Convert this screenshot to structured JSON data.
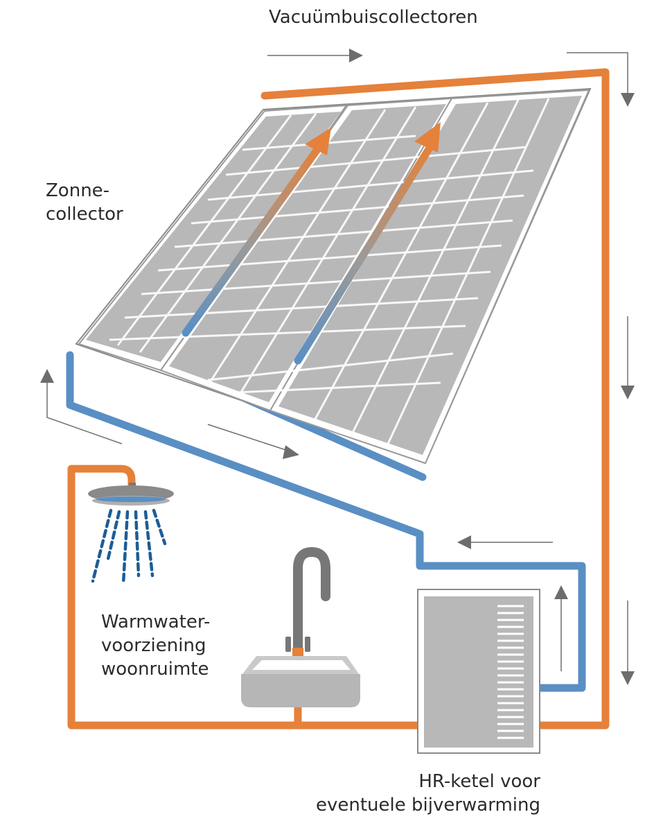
{
  "labels": {
    "top": "Vacuümbuiscollectoren",
    "collector": [
      "Zonne-",
      "collector"
    ],
    "hot_water": [
      "Warmwater-",
      "voorziening",
      "woonruimte"
    ],
    "boiler": [
      "HR-ketel voor",
      "eventuele bijverwarming"
    ]
  },
  "colors": {
    "hot_pipe": "#e5813a",
    "cold_pipe": "#5a8fc4",
    "panel": "#b8b8b8",
    "frame": "#8a8a8a",
    "arrow": "#6d6d6d",
    "shower_drops": "#1d5d95",
    "text": "#2b2b2b"
  },
  "icons": [
    "vacuum-tube-panel",
    "flow-arrow",
    "shower-head-icon",
    "faucet-icon",
    "sink-icon",
    "boiler-icon"
  ]
}
